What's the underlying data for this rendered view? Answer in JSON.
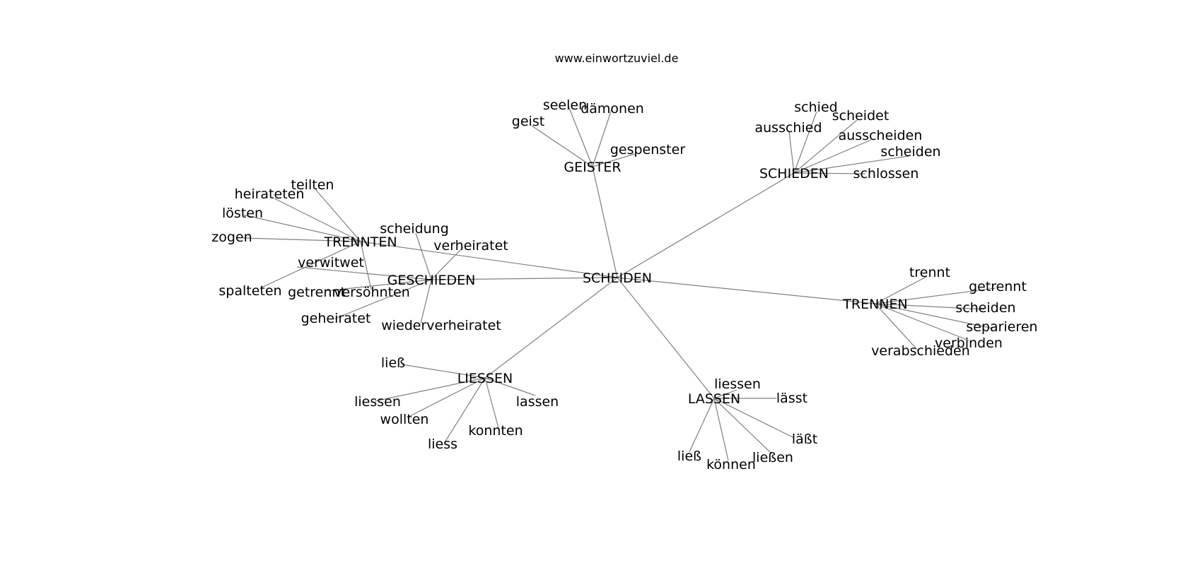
{
  "site": "www.einwortzuviel.de",
  "graph": {
    "center": "SCHEIDEN",
    "clusters": [
      {
        "name": "GEISTER",
        "words": [
          "geist",
          "seelen",
          "dämonen",
          "gespenster"
        ]
      },
      {
        "name": "SCHIEDEN",
        "words": [
          "ausschied",
          "schied",
          "scheidet",
          "ausscheiden",
          "scheiden",
          "schlossen"
        ]
      },
      {
        "name": "TRENNTEN",
        "words": [
          "teilten",
          "heirateten",
          "lösten",
          "zogen",
          "spalteten",
          "versöhnten"
        ]
      },
      {
        "name": "GESCHIEDEN",
        "words": [
          "scheidung",
          "verheiratet",
          "verwitwet",
          "getrennt",
          "geheiratet",
          "wiederverheiratet"
        ]
      },
      {
        "name": "TRENNEN",
        "words": [
          "trennt",
          "getrennt",
          "scheiden",
          "separieren",
          "verbinden",
          "verabschieden"
        ]
      },
      {
        "name": "LIESSEN",
        "words": [
          "ließ",
          "liessen",
          "wollten",
          "liess",
          "konnten",
          "lassen"
        ]
      },
      {
        "name": "LASSEN",
        "words": [
          "liessen",
          "lässt",
          "läßt",
          "ließen",
          "können",
          "ließ"
        ]
      }
    ]
  },
  "colors": {
    "edge": "#808080",
    "text": "#000000",
    "background": "#ffffff"
  }
}
